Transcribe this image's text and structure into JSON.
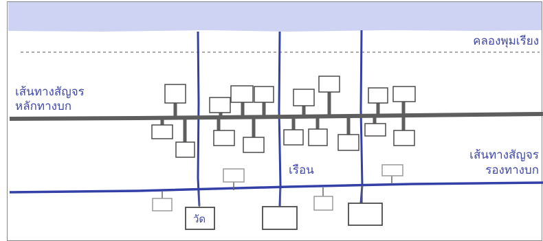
{
  "labels": {
    "canal": "คลองพุมเรียง",
    "main_route_line1": "เส้นทางสัญจร",
    "main_route_line2": "หลักทางบก",
    "secondary_route_line1": "เส้นทางสัญจร",
    "secondary_route_line2": "รองทางบก",
    "houses": "เรือน",
    "temple": "วัด"
  },
  "colors": {
    "water": "#cfd3f3",
    "blue_road": "#3340a6",
    "main_road": "#5e5e5e",
    "house_stroke": "#4a4a4a",
    "faint_house_stroke": "#9a9a9a",
    "text": "#3f47a8"
  }
}
